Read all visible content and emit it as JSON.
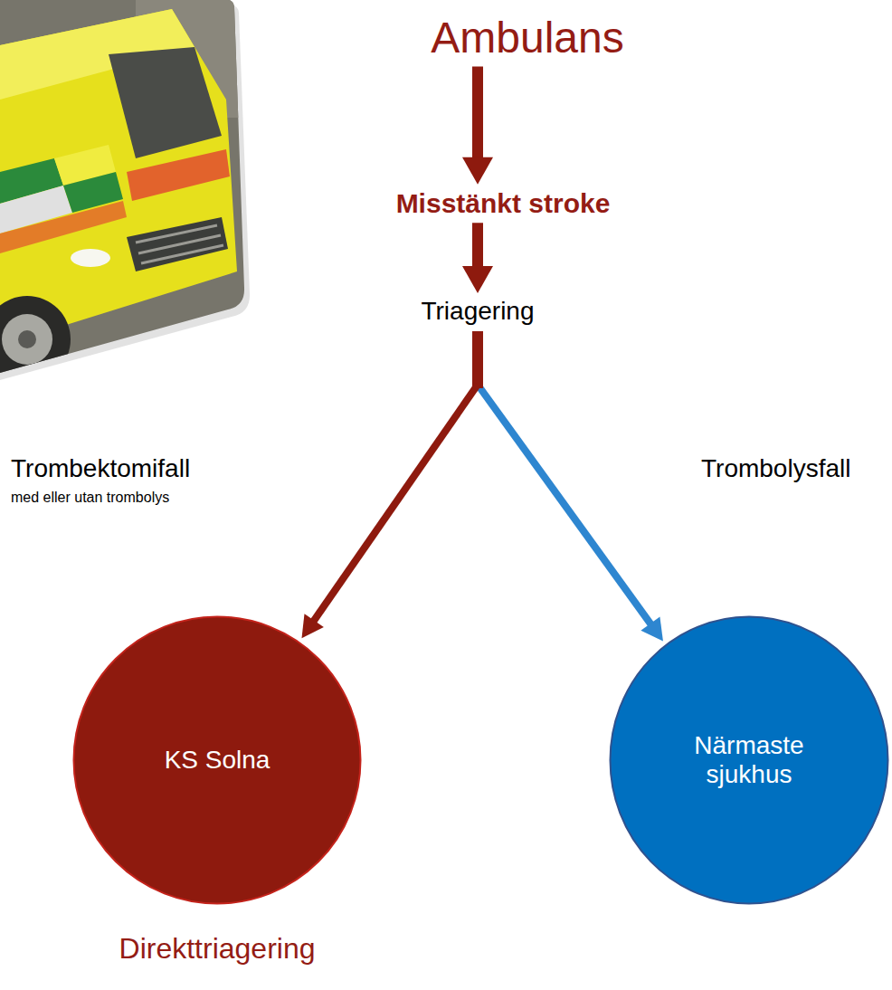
{
  "diagram": {
    "nodes": [
      {
        "text": [
          "Ambulans"
        ]
      },
      {
        "text": [
          "Misstänkt stroke"
        ]
      },
      {
        "text": [
          "Triagering"
        ]
      },
      {
        "text": [
          "KS Solna"
        ]
      },
      {
        "text": [
          "Närmaste sjukhus"
        ]
      }
    ],
    "edges": [
      {
        "from": 0,
        "to": 1,
        "arrow": "to"
      },
      {
        "from": 1,
        "to": 2,
        "arrow": "to"
      },
      {
        "from": 2,
        "to": 3,
        "arrow": "to"
      },
      {
        "from": 2,
        "to": 4,
        "arrow": "to"
      }
    ],
    "labels": [
      "Trombektomifall",
      "med eller utan trombolys",
      "Trombolysfall",
      "Direkttriagering"
    ]
  }
}
